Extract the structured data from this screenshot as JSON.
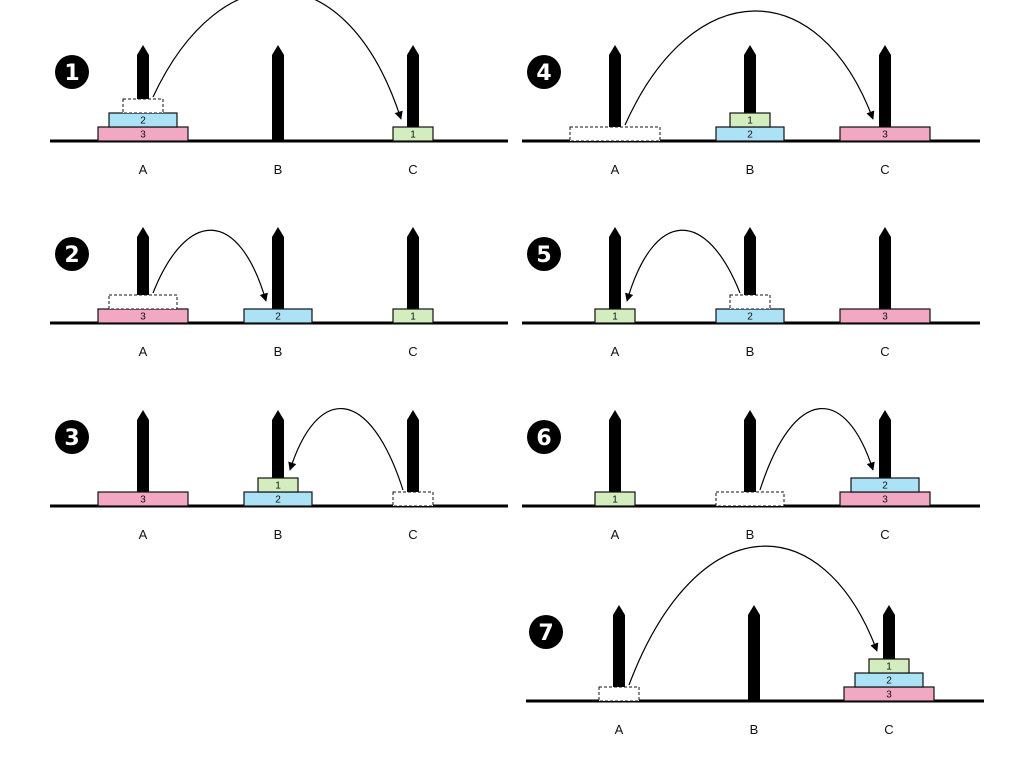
{
  "colors": {
    "disk_1": "#d4edbe",
    "disk_2": "#abe2f5",
    "disk_3": "#f2a7c3",
    "peg": "#000000",
    "ground": "#000000"
  },
  "peg_names": [
    "A",
    "B",
    "C"
  ],
  "steps": [
    {
      "number": "1",
      "pegs": {
        "A": [
          "3",
          "2"
        ],
        "B": [],
        "C": [
          "1"
        ]
      },
      "moved_disk": "1",
      "from": "A",
      "to": "C"
    },
    {
      "number": "2",
      "pegs": {
        "A": [
          "3"
        ],
        "B": [
          "2"
        ],
        "C": [
          "1"
        ]
      },
      "moved_disk": "2",
      "from": "A",
      "to": "B"
    },
    {
      "number": "3",
      "pegs": {
        "A": [
          "3"
        ],
        "B": [
          "2",
          "1"
        ],
        "C": []
      },
      "moved_disk": "1",
      "from": "C",
      "to": "B"
    },
    {
      "number": "4",
      "pegs": {
        "A": [],
        "B": [
          "2",
          "1"
        ],
        "C": [
          "3"
        ]
      },
      "moved_disk": "3",
      "from": "A",
      "to": "C"
    },
    {
      "number": "5",
      "pegs": {
        "A": [
          "1"
        ],
        "B": [
          "2"
        ],
        "C": [
          "3"
        ]
      },
      "moved_disk": "1",
      "from": "B",
      "to": "A"
    },
    {
      "number": "6",
      "pegs": {
        "A": [
          "1"
        ],
        "B": [],
        "C": [
          "3",
          "2"
        ]
      },
      "moved_disk": "2",
      "from": "B",
      "to": "C"
    },
    {
      "number": "7",
      "pegs": {
        "A": [],
        "B": [],
        "C": [
          "3",
          "2",
          "1"
        ]
      },
      "moved_disk": "1",
      "from": "A",
      "to": "C"
    }
  ]
}
